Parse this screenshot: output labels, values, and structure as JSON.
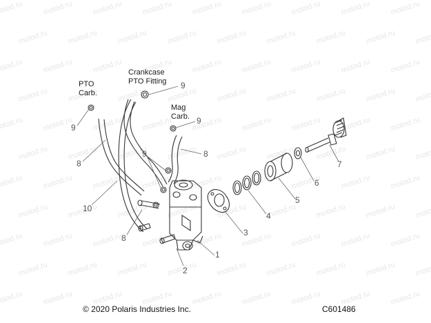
{
  "labels": {
    "pto_carb": "PTO\nCarb.",
    "crankcase_pto_fitting": "Crankcase\nPTO Fitting",
    "mag_carb": "Mag\nCarb."
  },
  "callouts": {
    "c1": "1",
    "c2": "2",
    "c3": "3",
    "c4": "4",
    "c5": "5",
    "c6": "6",
    "c7": "7",
    "c8a": "8",
    "c8b": "8",
    "c8c": "8",
    "c9a": "9",
    "c9b": "9",
    "c9c": "9",
    "c9d": "9",
    "c10": "10"
  },
  "footer": {
    "copyright": "© 2020 Polaris Industries Inc.",
    "code": "C601486"
  },
  "watermark": "motod.ru",
  "colors": {
    "line": "#333333",
    "leader": "#666666"
  }
}
